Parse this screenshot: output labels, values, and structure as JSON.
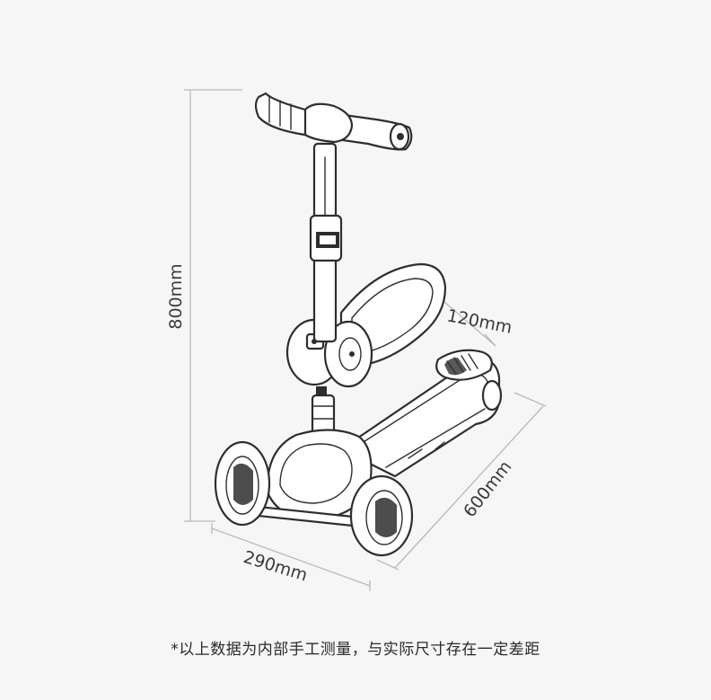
{
  "dimensions": {
    "height": "800mm",
    "seat_width": "120mm",
    "length": "600mm",
    "width": "290mm"
  },
  "illustration": {
    "icon": "kick-scooter-icon"
  },
  "footnote": "*以上数据为内部手工测量，与实际尺寸存在一定差距"
}
